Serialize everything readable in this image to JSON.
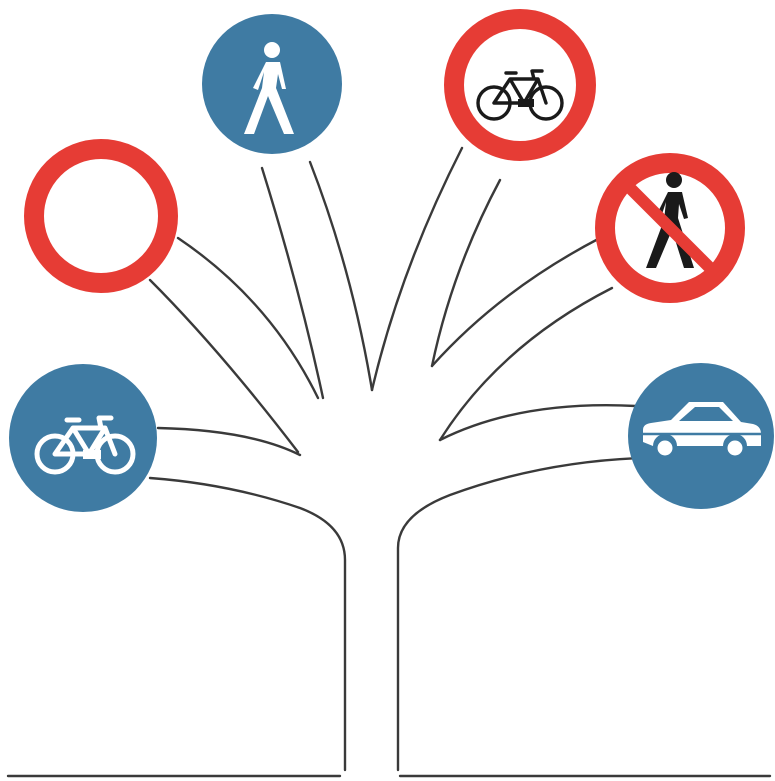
{
  "colors": {
    "sign_blue": "#3f7ba3",
    "sign_red": "#e63c35",
    "line": "#3a3a3a",
    "background": "#ffffff"
  },
  "signs": [
    {
      "name": "no-vehicles-sign",
      "type": "prohibitory",
      "icon": "blank-red-ring-icon"
    },
    {
      "name": "pedestrian-path-sign",
      "type": "mandatory",
      "icon": "pedestrian-icon"
    },
    {
      "name": "no-bicycles-sign",
      "type": "prohibitory",
      "icon": "bicycle-icon"
    },
    {
      "name": "no-pedestrians-sign",
      "type": "prohibitory",
      "icon": "pedestrian-crossed-out-icon"
    },
    {
      "name": "bicycle-path-sign",
      "type": "mandatory",
      "icon": "bicycle-icon"
    },
    {
      "name": "car-lane-sign",
      "type": "mandatory",
      "icon": "car-icon"
    }
  ]
}
